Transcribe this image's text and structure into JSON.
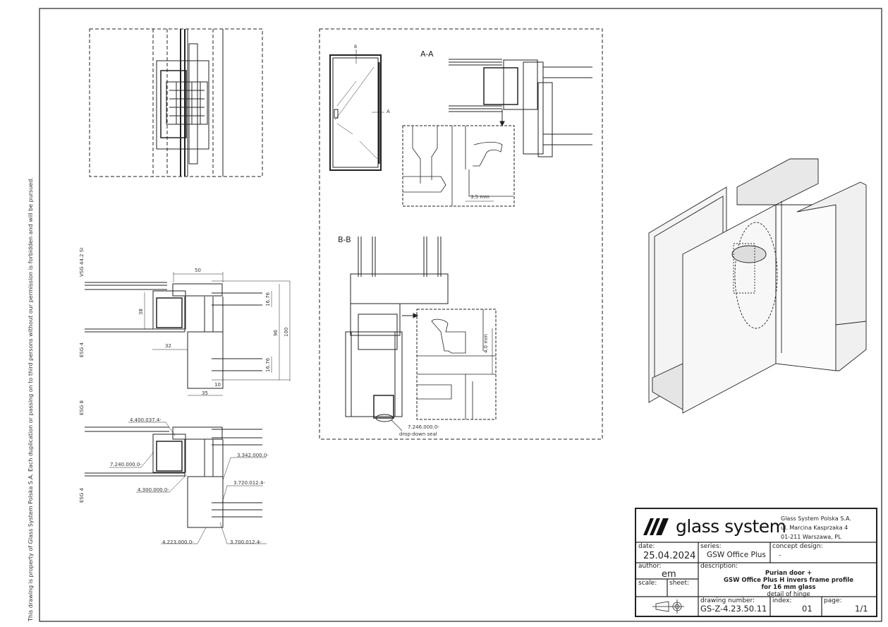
{
  "side_notice": "This drawing is property of Glass System Polska S.A. Each duplication or passing on to third persons without our permission is forbidden and will be pursued.",
  "sections": {
    "aa": "A-A",
    "bb": "B-B",
    "marker_a": "A",
    "marker_b": "B"
  },
  "glass_labels": {
    "vsg": "VSG 44.2 SI",
    "esg4_top": "ESG 4",
    "esg8": "ESG 8",
    "esg4_bottom": "ESG 4"
  },
  "dimensions": {
    "d50": "50",
    "d38": "38",
    "d32": "32",
    "d96": "96",
    "d100": "100",
    "d1676_top": "16.76",
    "d1676_bottom": "16.76",
    "d10": "10",
    "d35": "35",
    "gap_aa": "3.5 mm",
    "gap_bb": "4.0 mm"
  },
  "part_numbers": {
    "p1": "4.400.037.4-",
    "p2": "7.240.000.0-",
    "p3": "4.300.000.0-",
    "p4": "3.342.000.0-",
    "p5": "3.720.012.4-",
    "p6": "4.223.000.0-",
    "p7": "3.700.012.4-",
    "p8": "7.246.000.0-",
    "drop_seal": "drop-down seal"
  },
  "title_block": {
    "company_logo": "glass system",
    "company_name": "Glass System Polska S.A.",
    "street": "ul. Marcina Kasprzaka 4",
    "city": "01-211 Warszawa, PL",
    "date_label": "date:",
    "date": "25.04.2024",
    "series_label": "series:",
    "series": "GSW Office Plus",
    "concept_label": "concept design:",
    "concept": "-",
    "author_label": "author:",
    "author": "em",
    "description_label": "description:",
    "description_line1": "Purian door +",
    "description_line2": "GSW Office Plus H invers frame profile",
    "description_line3": "for 16 mm glass",
    "description_line4": "detail of hinge",
    "scale_label": "scale:",
    "sheet_label": "sheet:",
    "drawing_number_label": "drawing number:",
    "drawing_number": "GS-Z-4.23.50.11",
    "index_label": "index:",
    "index": "01",
    "page_label": "page:",
    "page": "1/1"
  }
}
